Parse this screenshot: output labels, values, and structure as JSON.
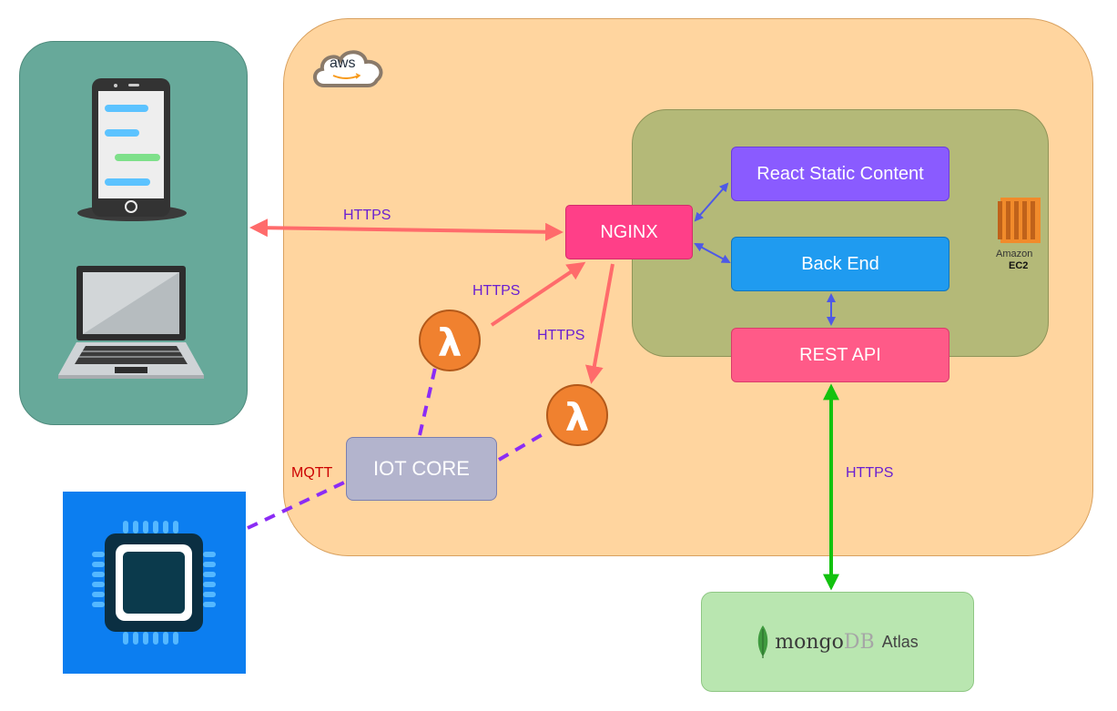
{
  "cloud": {
    "provider_label": "aws"
  },
  "nodes": {
    "nginx": "NGINX",
    "react": "React Static Content",
    "backend": "Back End",
    "rest_api": "REST API",
    "iot_core": "IOT CORE",
    "ec2_brand": "Amazon",
    "ec2_model": "EC2",
    "mongo_word1": "mongo",
    "mongo_word2": "DB",
    "mongo_word3": "Atlas"
  },
  "edges": {
    "client_https": "HTTPS",
    "lambda1_https": "HTTPS",
    "lambda2_https": "HTTPS",
    "db_https": "HTTPS",
    "mqtt": "MQTT"
  },
  "colors": {
    "aws_region": "#ffd59f",
    "ec2_group": "#b4b978",
    "clients_panel": "#67a99a",
    "nginx": "#ff3f88",
    "react": "#8a5bff",
    "backend": "#1f9bf0",
    "rest_api": "#ff5a88",
    "iot_core": "#b3b4cd",
    "mongo_box": "#b9e6b0",
    "https_arrow": "#ff6b6b",
    "internal_arrow": "#4e59e6",
    "db_arrow": "#13c20f",
    "mqtt_line": "#8b2cf5",
    "lambda": "#f0812f",
    "chip_bg": "#0c7ef0"
  },
  "icons": [
    "smartphone-icon",
    "laptop-icon",
    "aws-cloud-icon",
    "lambda-icon",
    "ec2-icon",
    "chip-icon",
    "mongodb-leaf-icon"
  ]
}
